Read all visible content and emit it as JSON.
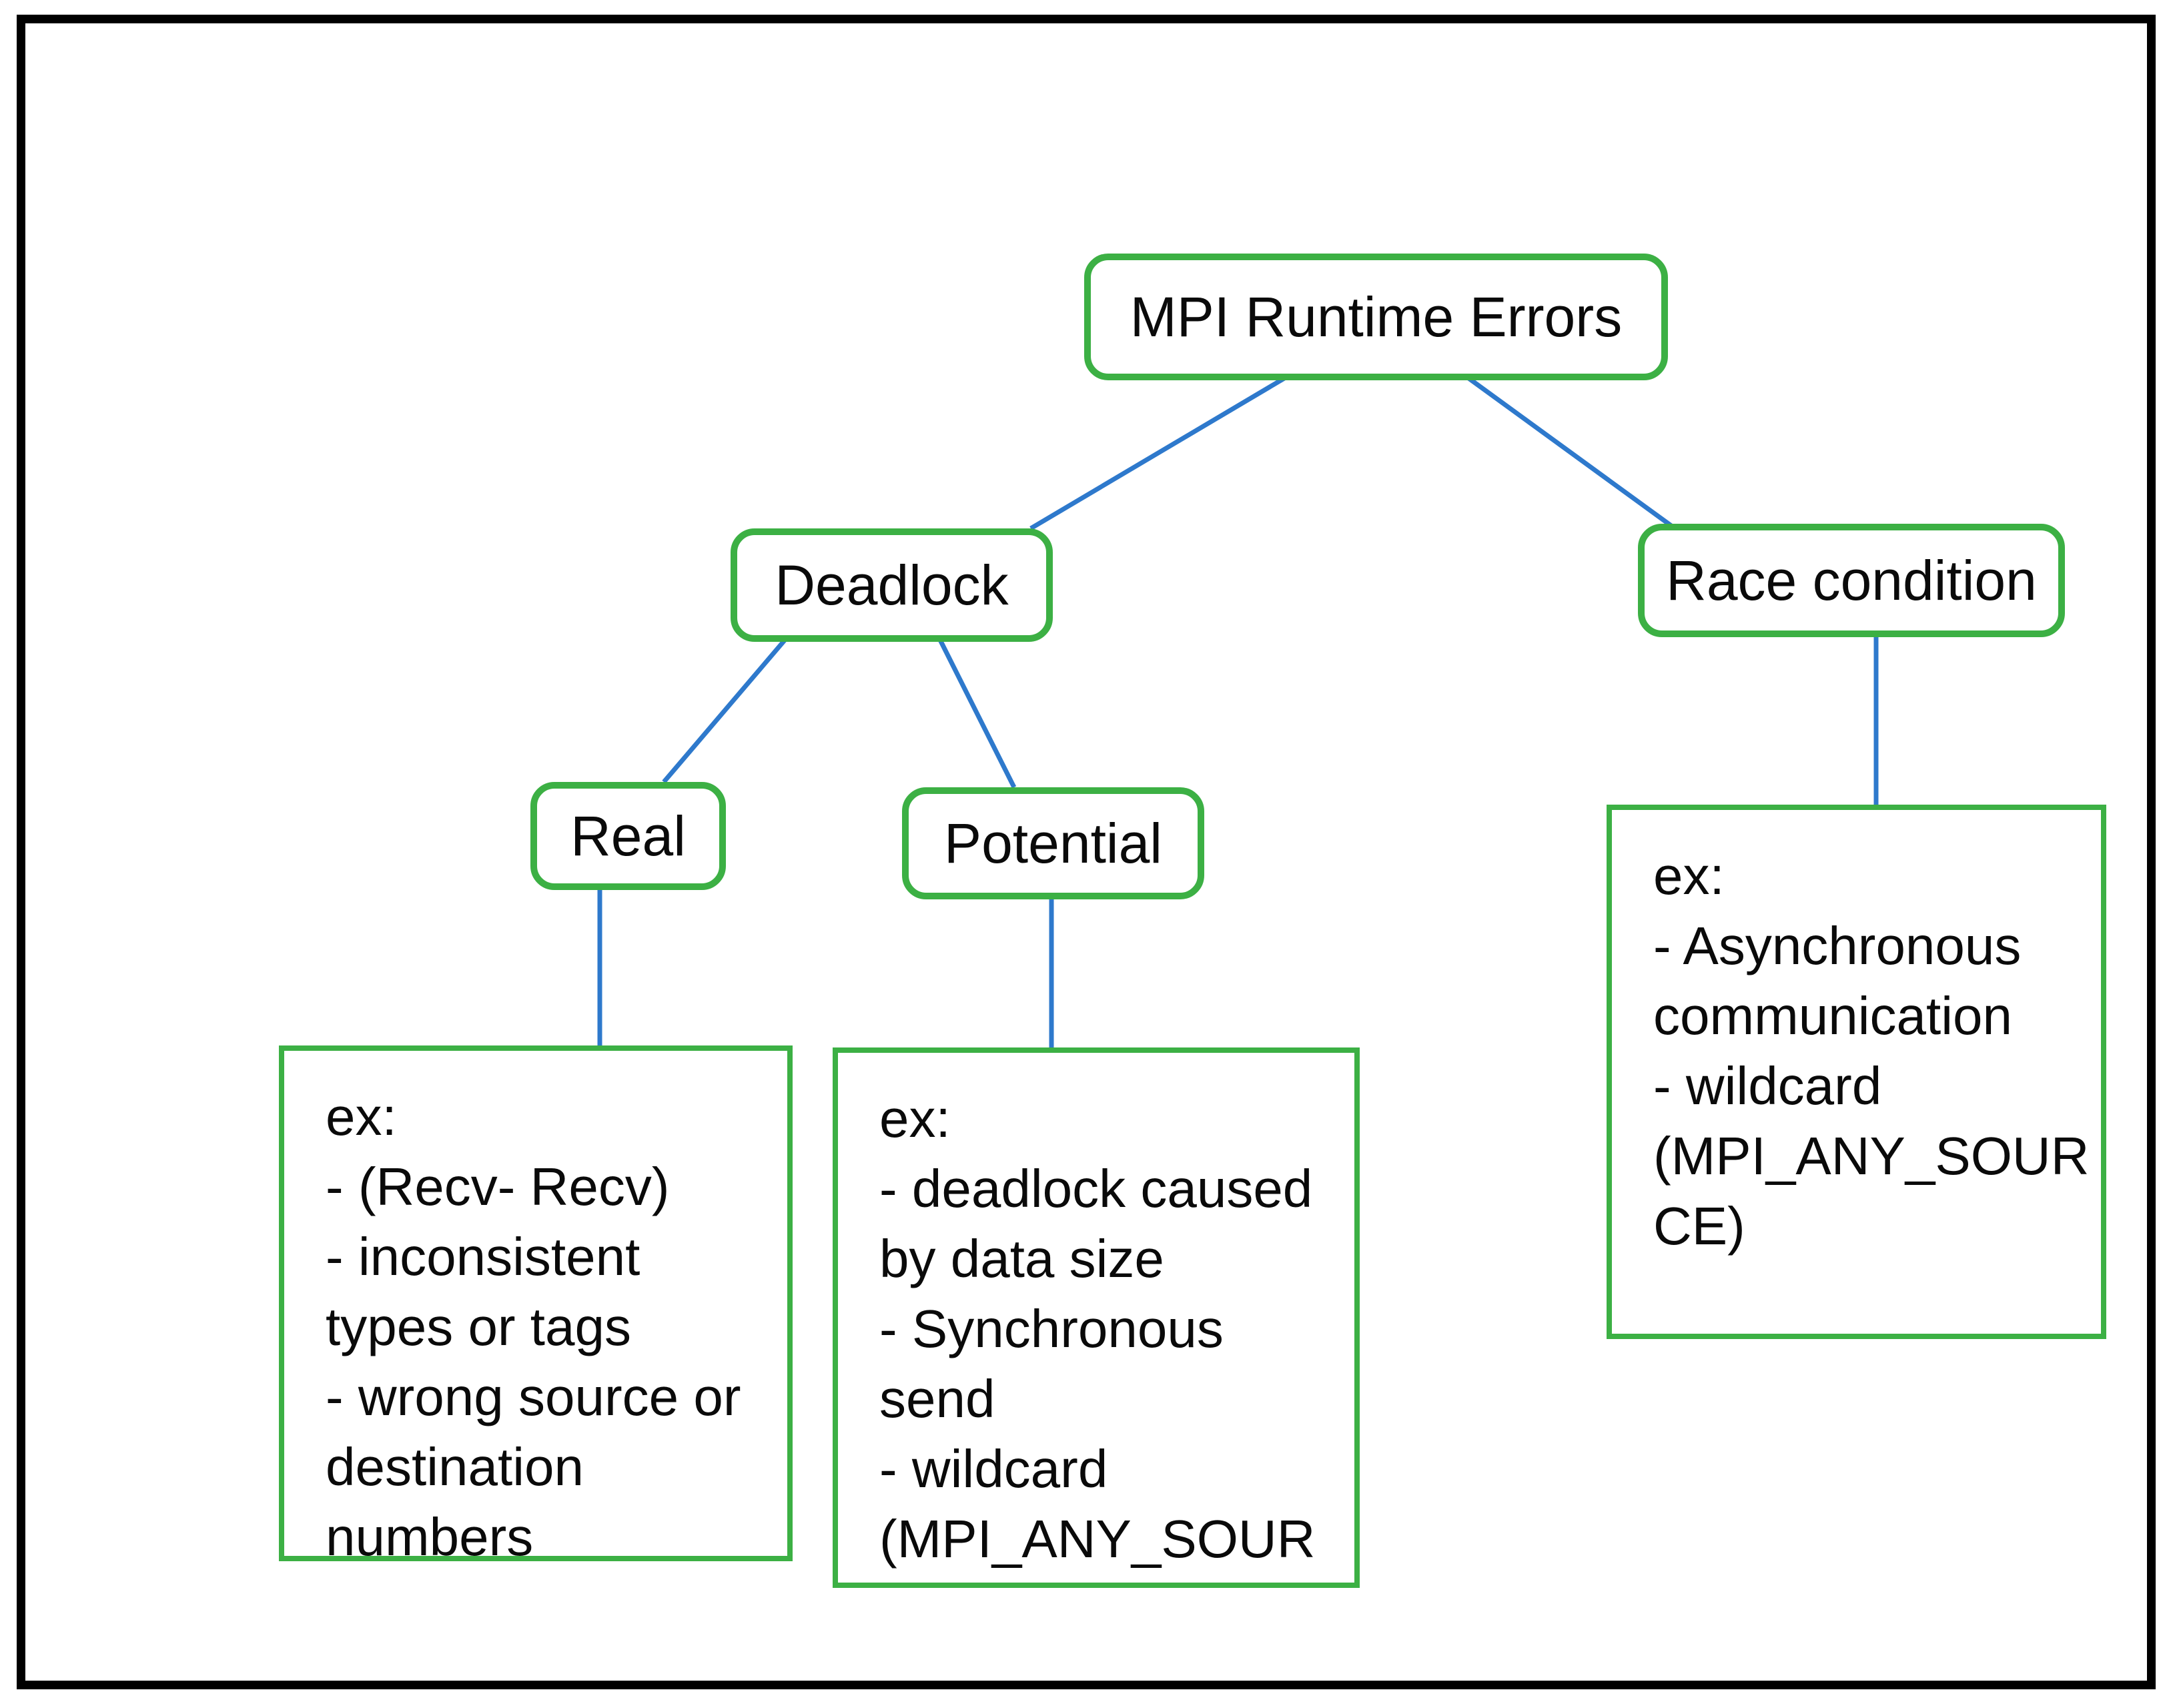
{
  "diagram": {
    "title": "MPI Runtime Errors",
    "colors": {
      "box_border": "#3CB044",
      "connector": "#2E79CC",
      "outer_border": "#000000",
      "background": "#FFFFFF",
      "text": "#0A0A0A"
    },
    "nodes": {
      "root": {
        "label": "MPI Runtime Errors"
      },
      "deadlock": {
        "label": "Deadlock"
      },
      "race": {
        "label": "Race condition"
      },
      "real": {
        "label": "Real"
      },
      "potential": {
        "label": "Potential"
      }
    },
    "examples": {
      "real": {
        "lines": [
          "ex:",
          "- (Recv- Recv)",
          "- inconsistent",
          "types or tags",
          "- wrong source or",
          "destination",
          "numbers"
        ]
      },
      "potential": {
        "lines": [
          "ex:",
          "- deadlock caused",
          "by data size",
          "- Synchronous",
          "send",
          "- wildcard",
          "(MPI_ANY_SOUR"
        ]
      },
      "race": {
        "lines": [
          "ex:",
          "- Asynchronous",
          "communication",
          "- wildcard",
          "(MPI_ANY_SOUR",
          "CE)"
        ]
      }
    }
  }
}
